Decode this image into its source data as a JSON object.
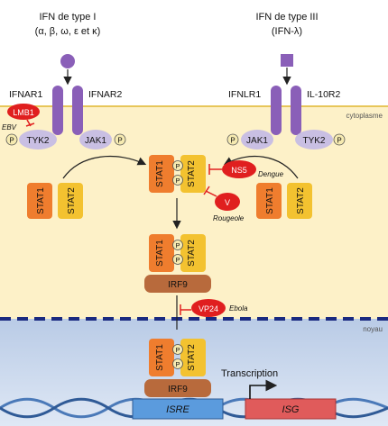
{
  "ifn_type1": {
    "title": "IFN de type I",
    "subtitle": "(α, β, ω, ε et κ)"
  },
  "ifn_type3": {
    "title": "IFN de type III",
    "subtitle": "(IFN-λ)"
  },
  "receptors": {
    "ifnar1": "IFNAR1",
    "ifnar2": "IFNAR2",
    "ifnlr1": "IFNLR1",
    "il10r2": "IL-10R2"
  },
  "compartments": {
    "cytoplasm": "cytoplasme",
    "nucleus": "noyau"
  },
  "kinases": {
    "tyk2": "TYK2",
    "jak1": "JAK1",
    "p": "P"
  },
  "stats": {
    "stat1": "STAT1",
    "stat2": "STAT2",
    "irf9": "IRF9"
  },
  "viral_proteins": {
    "lmb1": {
      "label": "LMB1",
      "virus": "EBV"
    },
    "ns5": {
      "label": "NS5",
      "virus": "Dengue"
    },
    "v": {
      "label": "V",
      "virus": "Rougeole"
    },
    "vp24": {
      "label": "VP24",
      "virus": "Ebola"
    }
  },
  "dna": {
    "isre": "ISRE",
    "isg": "ISG",
    "transcription": "Transcription"
  },
  "colors": {
    "cytoplasm_bg": "#fdf1c8",
    "nucleus_bg": "#c9d8ee",
    "receptor": "#8a5fb8",
    "kinase": "#c9bfe3",
    "stat1": "#ef7d2e",
    "stat2": "#f3c230",
    "irf9": "#b86a3c",
    "viral": "#e01f1f",
    "isre": "#5b9bdd",
    "isg": "#e05b5b",
    "membrane_line": "#1a2a80"
  }
}
